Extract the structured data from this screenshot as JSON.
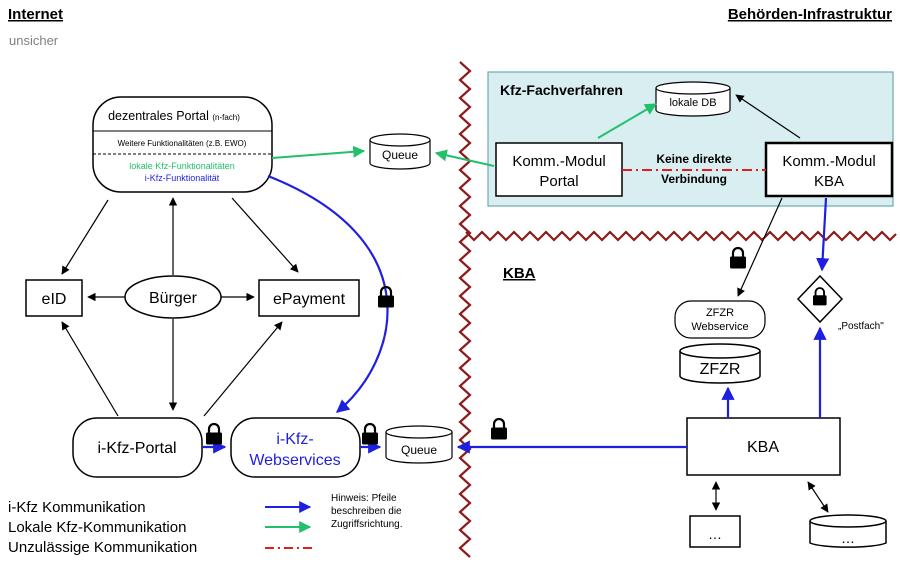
{
  "header": {
    "left_title": "Internet",
    "left_subtitle": "unsicher",
    "right_title": "Behörden-Infrastruktur"
  },
  "fachverfahren": {
    "title": "Kfz-Fachverfahren",
    "db_label": "lokale DB",
    "komm_portal": [
      "Komm.-Modul",
      "Portal"
    ],
    "komm_kba": [
      "Komm.-Modul",
      "KBA"
    ],
    "no_connection": [
      "Keine direkte",
      "Verbindung"
    ]
  },
  "portal": {
    "title": "dezentrales Portal",
    "title_note": "(n-fach)",
    "further": "Weitere Funktionalitäten (z.B. EWO)",
    "local_func": "lokale  Kfz-Funktionalitäten",
    "ikfz_func": "i-Kfz-Funktionalität"
  },
  "nodes": {
    "queue_top": "Queue",
    "queue_bottom": "Queue",
    "eid": "eID",
    "buerger": "Bürger",
    "epayment": "ePayment",
    "ikfz_portal": "i-Kfz-Portal",
    "ikfz_webservices": [
      "i-Kfz-",
      "Webservices"
    ],
    "kba_zone": "KBA",
    "zfzr_webservice": [
      "ZFZR",
      "Webservice"
    ],
    "zfzr": "ZFZR",
    "postfach": "„Postfach\"",
    "kba": "KBA",
    "sub_box": "…",
    "sub_db": "…"
  },
  "legend": {
    "items": [
      {
        "label": "i-Kfz Kommunikation",
        "color": "#1f1fe0",
        "style": "arrow"
      },
      {
        "label": "Lokale Kfz-Kommunikation",
        "color": "#22c06a",
        "style": "arrow"
      },
      {
        "label": "Unzulässige Kommunikation",
        "color": "#e01e1e",
        "style": "dash-dot"
      }
    ],
    "hint": [
      "Hinweis: Pfeile",
      "beschreiben die",
      "Zugriffsrichtung."
    ]
  },
  "colors": {
    "blue": "#1f1fe0",
    "green": "#22c06a",
    "red": "#e01e1e",
    "zigzag": "#8b1a1a",
    "panel_fill": "#d8eef0",
    "panel_stroke": "#6aaab3",
    "subtitle": "#808080"
  }
}
